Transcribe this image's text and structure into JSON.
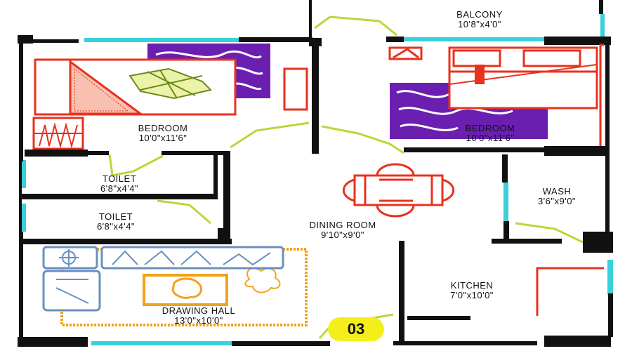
{
  "rooms": {
    "balcony": {
      "name": "BALCONY",
      "dims": "10'8\"x4'0\""
    },
    "bedroom_left": {
      "name": "BEDROOM",
      "dims": "10'0\"x11'6\""
    },
    "bedroom_right": {
      "name": "BEDROOM",
      "dims": "10'0\"x11'6\""
    },
    "toilet_upper": {
      "name": "TOILET",
      "dims": "6'8\"x4'4\""
    },
    "toilet_lower": {
      "name": "TOILET",
      "dims": "6'8\"x4'4\""
    },
    "dining": {
      "name": "DINING ROOM",
      "dims": "9'10\"x9'0\""
    },
    "wash": {
      "name": "WASH",
      "dims": "3'6\"x9'0\""
    },
    "kitchen": {
      "name": "KITCHEN",
      "dims": "7'0\"x10'0\""
    },
    "drawing": {
      "name": "DRAWING HALL",
      "dims": "13'0\"x10'0\""
    }
  },
  "unit_badge": "03",
  "colors": {
    "wall": "#111111",
    "window": "#3ad0d8",
    "door": "#b7d93a",
    "furniture_red": "#e8321e",
    "furniture_purple": "#6a1fb0",
    "furniture_orange": "#f2a21a",
    "sofa_blue": "#6a8fc0",
    "badge": "#f4ef1a"
  }
}
